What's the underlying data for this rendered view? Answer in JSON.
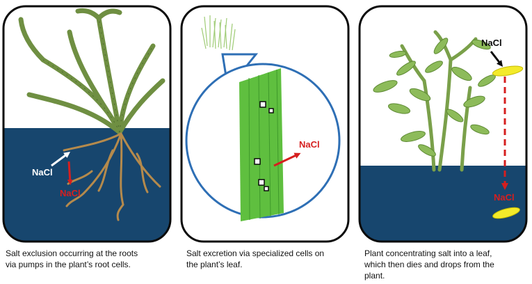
{
  "colors": {
    "soil": "#17466e",
    "outline": "#0a0a0a",
    "root": "#b58a4c",
    "stem": "#6f8f42",
    "arrow_red": "#d61f1f",
    "arrow_white": "#ffffff",
    "leaf_green": "#5fbf3f",
    "magnifier": "#2e6fb5",
    "salt_leaf_yellow": "#f3ea2a"
  },
  "panels": [
    {
      "id": "root-exclusion",
      "labels": {
        "nacl_in": "NaCl",
        "nacl_out": "NaCl"
      },
      "caption": [
        "Salt exclusion occurring at the roots",
        "via pumps in the plant’s root cells."
      ]
    },
    {
      "id": "leaf-excretion",
      "labels": {
        "nacl": "NaCl"
      },
      "caption": [
        "Salt excretion via specialized cells on",
        "the plant’s leaf."
      ]
    },
    {
      "id": "leaf-concentration",
      "labels": {
        "nacl_top": "NaCl",
        "nacl_bottom": "NaCl"
      },
      "caption": [
        "Plant concentrating salt into a leaf,",
        "which then dies and drops from the",
        "plant."
      ]
    }
  ]
}
